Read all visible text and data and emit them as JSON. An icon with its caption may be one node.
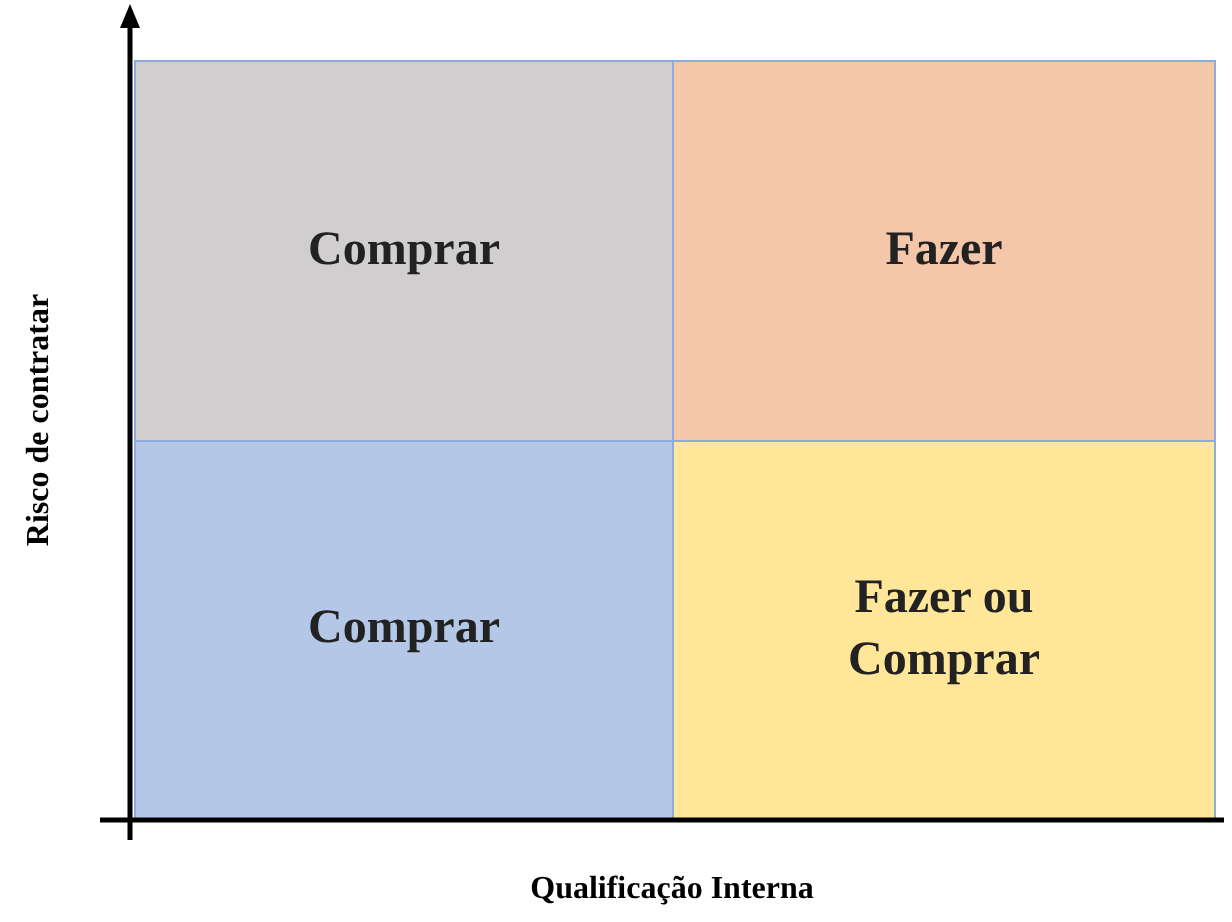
{
  "diagram": {
    "nodes": [
      {
        "text": [
          "Comprar"
        ]
      },
      {
        "text": [
          "Fazer"
        ]
      },
      {
        "text": [
          "Comprar"
        ]
      },
      {
        "text": [
          "Fazer ou Comprar"
        ]
      }
    ],
    "labels": [
      "Risco de contratar",
      "Qualificação Interna"
    ]
  }
}
